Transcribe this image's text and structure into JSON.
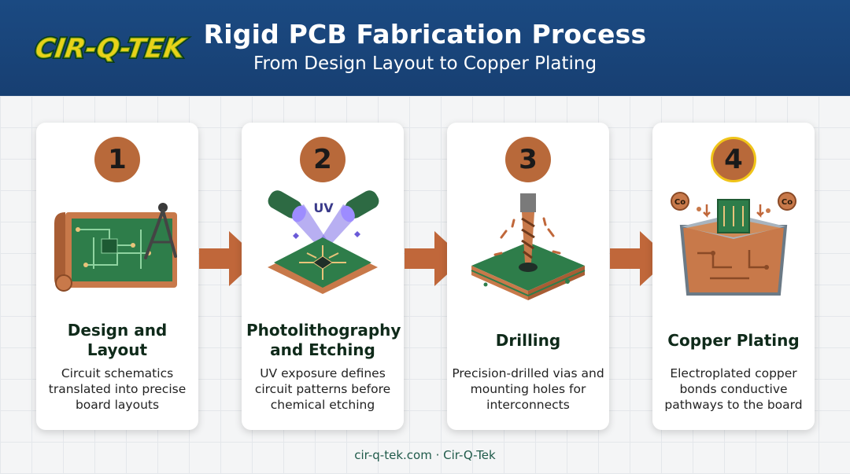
{
  "header": {
    "logo_text": "CIR-Q-TEK",
    "title": "Rigid PCB Fabrication Process",
    "subtitle": "From Design Layout to Copper Plating"
  },
  "steps": [
    {
      "number": "1",
      "title": "Design and Layout",
      "description": "Circuit schematics translated into precise board layouts",
      "icon": "blueprint-icon"
    },
    {
      "number": "2",
      "title": "Photolithography and Etching",
      "description": "UV exposure defines circuit patterns before chemical etching",
      "icon": "uv-exposure-icon",
      "uv_label": "UV"
    },
    {
      "number": "3",
      "title": "Drilling",
      "description": "Precision-drilled vias and mounting holes for interconnects",
      "icon": "drill-icon"
    },
    {
      "number": "4",
      "title": "Copper Plating",
      "description": "Electroplated copper bonds conductive pathways to the board",
      "icon": "plating-bath-icon",
      "ion_label": "Co"
    }
  ],
  "footer": {
    "text": "cir-q-tek.com · Cir-Q-Tek"
  },
  "colors": {
    "header": "#1b4a82",
    "badge": "#b8693a",
    "arrow": "#c0673a",
    "pcb_green": "#2e7d4a",
    "copper": "#c8794a"
  }
}
